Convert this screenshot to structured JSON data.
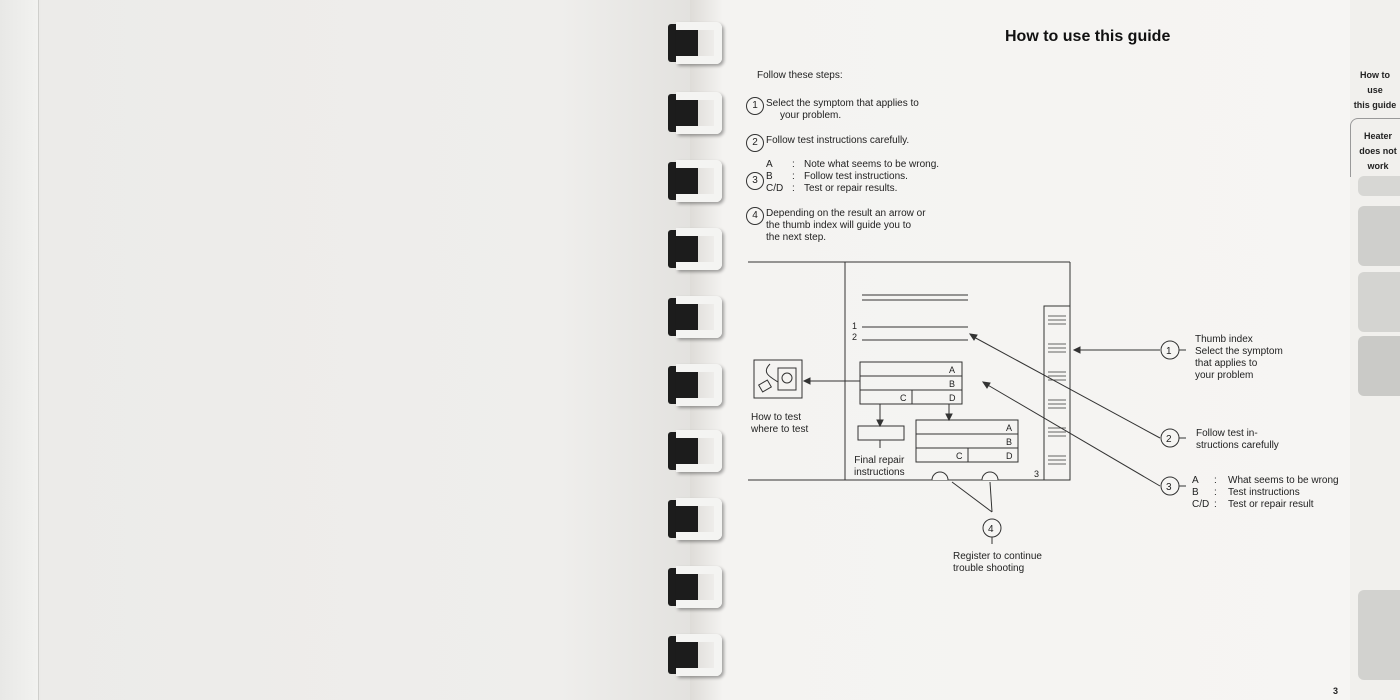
{
  "page": {
    "title": "How to use this guide",
    "page_number": "3"
  },
  "steps": {
    "intro": "Follow these steps:",
    "s1_num": "1",
    "s1_line1": "Select the symptom that applies to",
    "s1_line2": "your problem.",
    "s2_num": "2",
    "s2_line1": "Follow test instructions carefully.",
    "s3_num": "3",
    "s3_rows": [
      {
        "key": "A",
        "sep": ":",
        "text": "Note what seems to be wrong."
      },
      {
        "key": "B",
        "sep": ":",
        "text": "Follow test instructions."
      },
      {
        "key": "C/D",
        "sep": ":",
        "text": "Test or repair results."
      }
    ],
    "s4_num": "4",
    "s4_line1": "Depending on the result an arrow or",
    "s4_line2": "the thumb index will guide you to",
    "s4_line3": "the next step."
  },
  "diagram": {
    "how_to_test_1": "How to test",
    "how_to_test_2": "where to test",
    "final_repair_1": "Final repair",
    "final_repair_2": "instructions",
    "row1": "1",
    "row2": "2",
    "box_a": "A",
    "box_b": "B",
    "box_c": "C",
    "box_d": "D",
    "page_num_in_diagram": "3",
    "callout1_num": "1",
    "callout1_l1": "Thumb index",
    "callout1_l2": "Select the symptom",
    "callout1_l3": "that applies to",
    "callout1_l4": "your problem",
    "callout2_num": "2",
    "callout2_l1": "Follow test in-",
    "callout2_l2": "structions carefully",
    "callout3_num": "3",
    "callout3_rows": [
      {
        "key": "A",
        "sep": ":",
        "text": "What seems to be wrong"
      },
      {
        "key": "B",
        "sep": ":",
        "text": "Test instructions"
      },
      {
        "key": "C/D",
        "sep": ":",
        "text": "Test or repair result"
      }
    ],
    "callout4_num": "4",
    "callout4_l1": "Register to continue",
    "callout4_l2": "trouble shooting"
  },
  "thumb_tabs": {
    "tab1_l1": "How to",
    "tab1_l2": "use",
    "tab1_l3": "this guide",
    "tab2_l1": "Heater",
    "tab2_l2": "does not",
    "tab2_l3": "work"
  }
}
